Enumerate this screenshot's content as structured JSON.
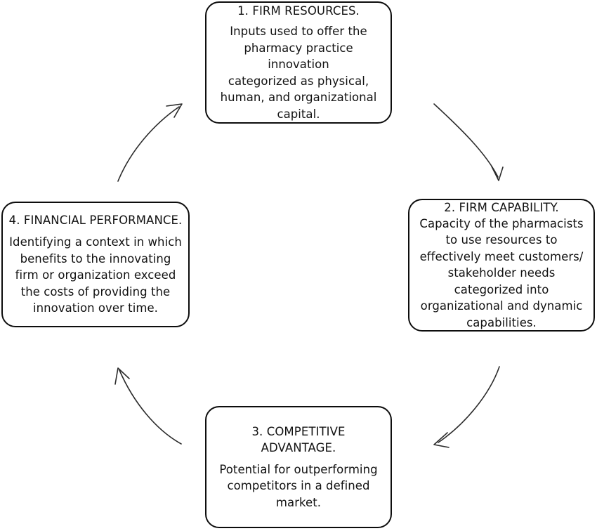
{
  "diagram": {
    "type": "cycle",
    "orientation": "clockwise",
    "background_color": "#ffffff",
    "node_border_color": "#0d0d0d",
    "text_color": "#121212",
    "arrow_color": "#2b2b2b",
    "nodes": [
      {
        "id": "firm-resources",
        "position": "top",
        "title": "1. FIRM RESOURCES.",
        "body": "Inputs used to offer the\npharmacy practice innovation\ncategorized as physical,\nhuman, and organizational\ncapital."
      },
      {
        "id": "firm-capability",
        "position": "right",
        "title": "2. FIRM CAPABILITY.",
        "body": "Capacity of the pharmacists\nto use resources to\neffectively meet customers/\nstakeholder needs\ncategorized into\norganizational and dynamic\ncapabilities."
      },
      {
        "id": "competitive-advantage",
        "position": "bottom",
        "title": "3. COMPETITIVE\nADVANTAGE.",
        "body": "Potential for outperforming\ncompetitors in a defined\nmarket."
      },
      {
        "id": "financial-performance",
        "position": "left",
        "title": "4. FINANCIAL PERFORMANCE.",
        "body": "Identifying a context in which\nbenefits to the innovating\nfirm or organization exceed\nthe costs of providing the\ninnovation over time."
      }
    ],
    "arrows": [
      {
        "id": "arrow-1-to-2",
        "from": "firm-resources",
        "to": "firm-capability",
        "direction": "down-right"
      },
      {
        "id": "arrow-2-to-3",
        "from": "firm-capability",
        "to": "competitive-advantage",
        "direction": "down-left"
      },
      {
        "id": "arrow-3-to-4",
        "from": "competitive-advantage",
        "to": "financial-performance",
        "direction": "up-left"
      },
      {
        "id": "arrow-4-to-1",
        "from": "financial-performance",
        "to": "firm-resources",
        "direction": "up-right"
      }
    ]
  }
}
